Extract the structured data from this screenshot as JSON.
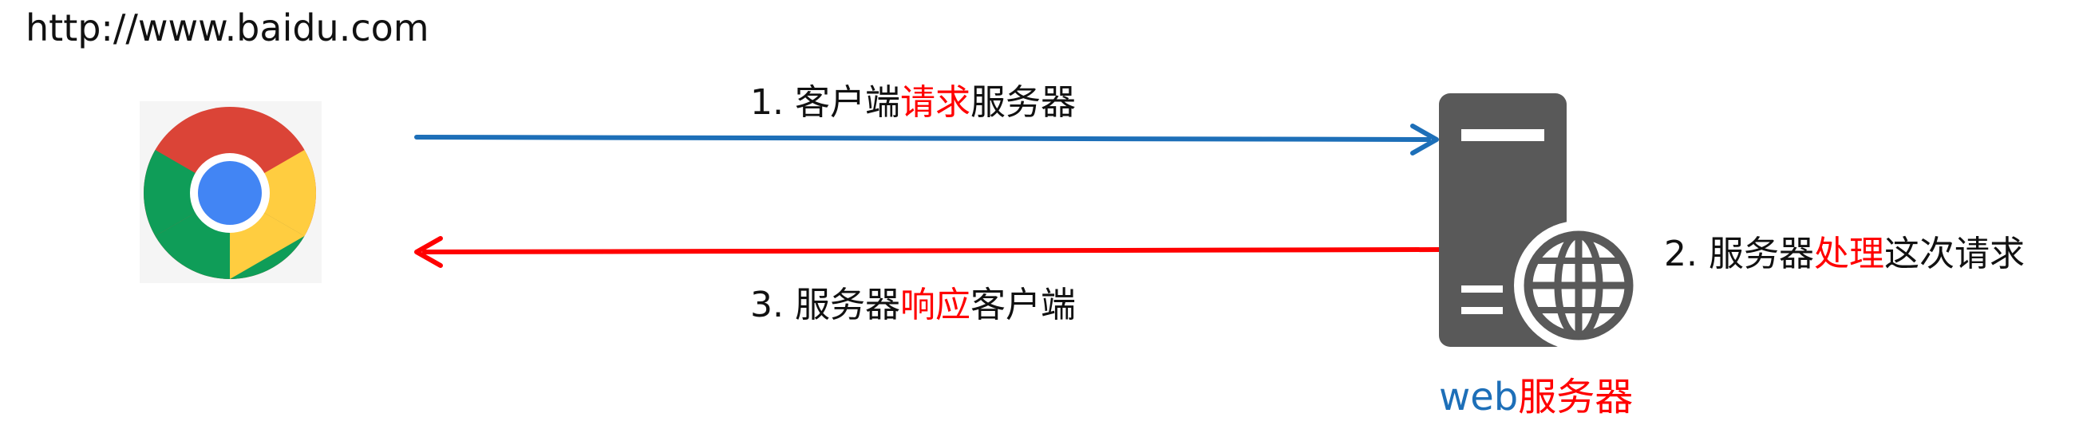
{
  "url": "http://www.baidu.com",
  "client": {
    "icon": "chrome-browser-icon"
  },
  "server": {
    "icon": "web-server-globe-icon",
    "label_prefix": "web",
    "label_main": "服务器"
  },
  "steps": [
    {
      "prefix": "1. 客户端",
      "highlight": "请求",
      "suffix": "服务器",
      "direction": "client-to-server"
    },
    {
      "prefix": "2. 服务器",
      "highlight": "处理",
      "suffix": "这次请求"
    },
    {
      "prefix": "3. 服务器",
      "highlight": "响应",
      "suffix": "客户端",
      "direction": "server-to-client"
    }
  ],
  "colors": {
    "request_arrow": "#1d6fb8",
    "response_arrow": "#ff0000",
    "highlight_text": "#ff0000",
    "server_body": "#595959",
    "web_text": "#1d6fb8"
  }
}
